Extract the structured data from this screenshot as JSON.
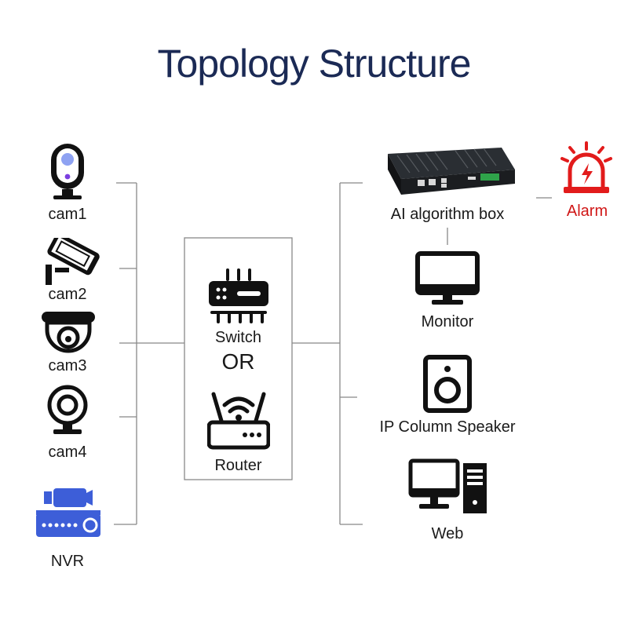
{
  "title": "Topology Structure",
  "left_devices": [
    {
      "label": "cam1",
      "icon": "dome-camera-icon"
    },
    {
      "label": "cam2",
      "icon": "bullet-camera-icon"
    },
    {
      "label": "cam3",
      "icon": "ceiling-dome-camera-icon"
    },
    {
      "label": "cam4",
      "icon": "webcam-icon"
    },
    {
      "label": "NVR",
      "icon": "nvr-recorder-icon"
    }
  ],
  "center": {
    "switch_label": "Switch",
    "or_label": "OR",
    "router_label": "Router"
  },
  "right_devices": [
    {
      "label": "AI algorithm box",
      "icon": "ai-box-icon"
    },
    {
      "label": "Monitor",
      "icon": "monitor-icon"
    },
    {
      "label": "IP Column Speaker",
      "icon": "speaker-icon"
    },
    {
      "label": "Web",
      "icon": "desktop-computer-icon"
    }
  ],
  "alarm": {
    "label": "Alarm",
    "icon": "alarm-siren-icon"
  },
  "colors": {
    "title": "#1b2a55",
    "icon_dark": "#111111",
    "nvr_blue": "#3d5ed8",
    "alarm_red": "#e21b1b",
    "line": "#888888"
  }
}
